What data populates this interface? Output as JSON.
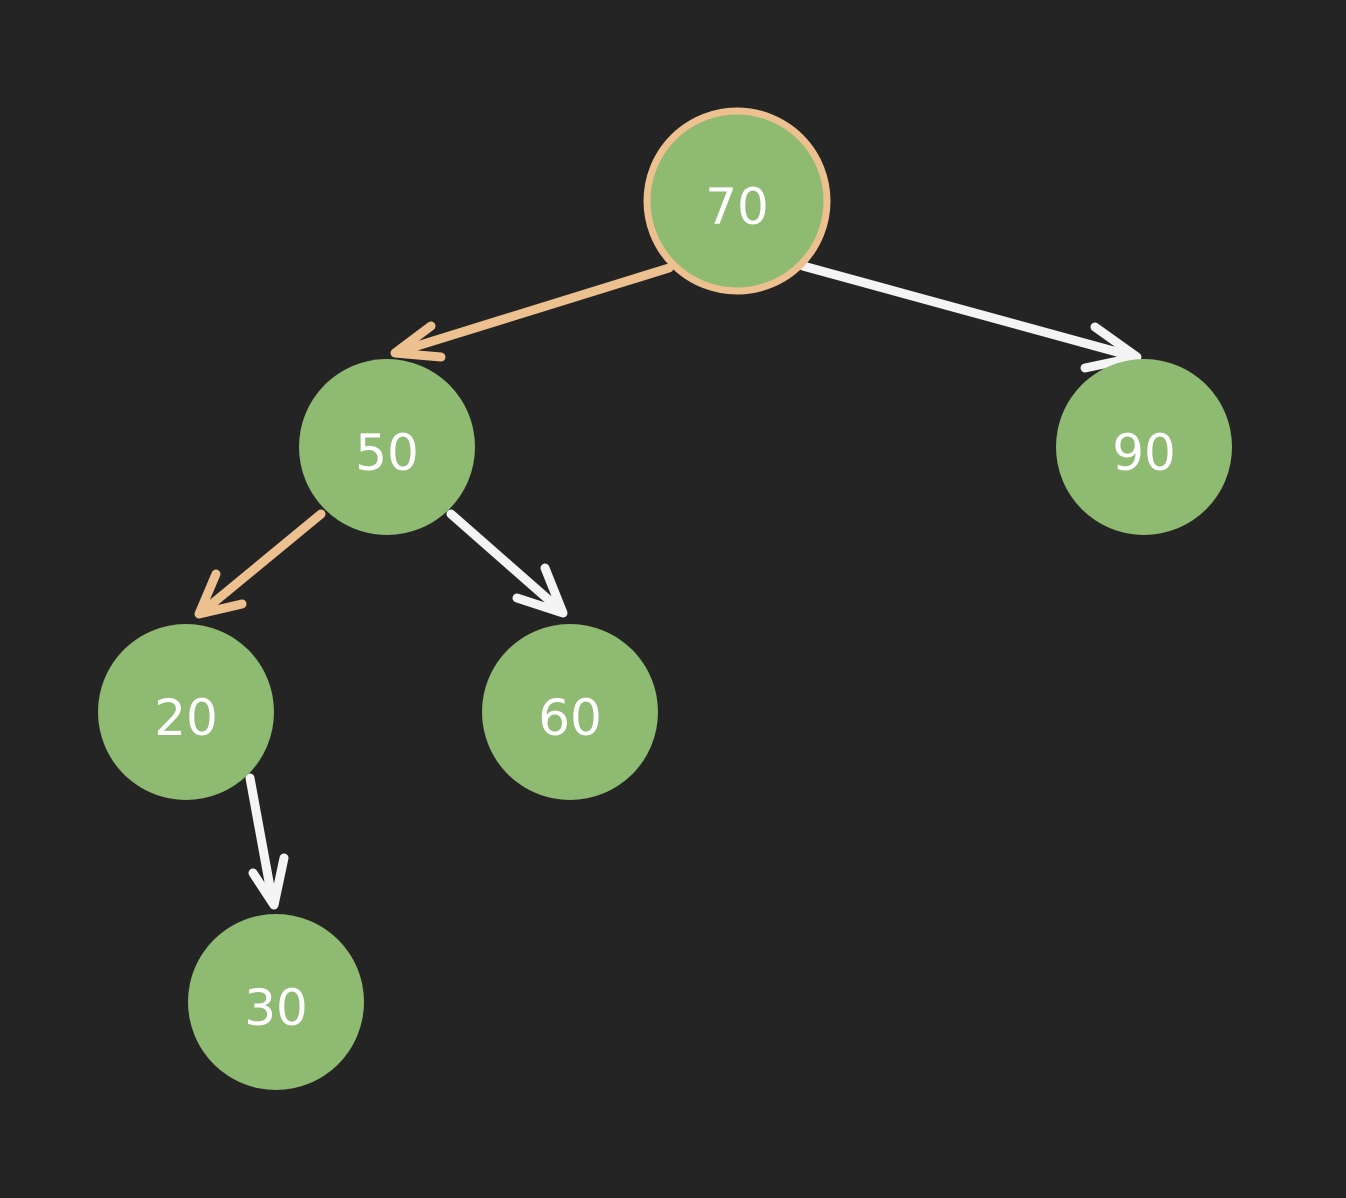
{
  "colors": {
    "background": "#252424",
    "node_fill": "#8fba72",
    "highlight": "#edc08f",
    "edge": "#f4f4f4"
  },
  "tree": {
    "root": "70",
    "nodes": [
      {
        "id": "n70",
        "label": "70",
        "highlighted": true
      },
      {
        "id": "n50",
        "label": "50",
        "highlighted": false
      },
      {
        "id": "n90",
        "label": "90",
        "highlighted": false
      },
      {
        "id": "n20",
        "label": "20",
        "highlighted": false
      },
      {
        "id": "n60",
        "label": "60",
        "highlighted": false
      },
      {
        "id": "n30",
        "label": "30",
        "highlighted": false
      }
    ],
    "edges": [
      {
        "from": "70",
        "to": "50",
        "highlighted": true
      },
      {
        "from": "70",
        "to": "90",
        "highlighted": false
      },
      {
        "from": "50",
        "to": "20",
        "highlighted": true
      },
      {
        "from": "50",
        "to": "60",
        "highlighted": false
      },
      {
        "from": "20",
        "to": "30",
        "highlighted": false
      }
    ]
  }
}
